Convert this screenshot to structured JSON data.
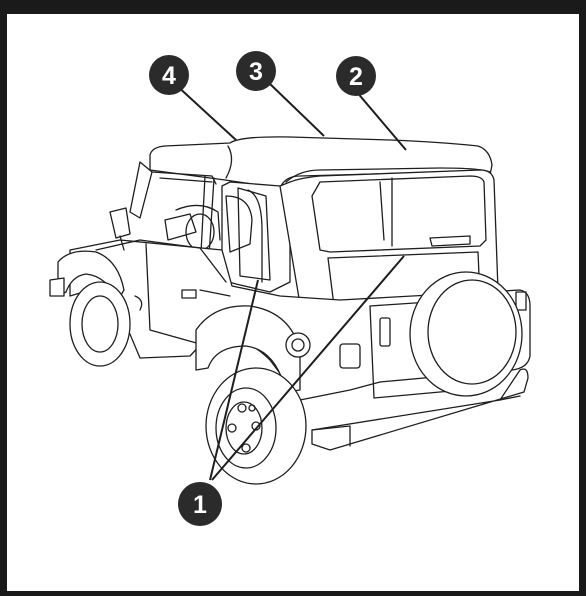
{
  "diagram": {
    "subject": "jeep-soft-top-rear-three-quarter-view",
    "colors": {
      "frame": "#1a1a1a",
      "line": "#1e1e1e",
      "fill": "#ffffff",
      "callout": "#2b2b2b",
      "callout_text": "#ffffff"
    },
    "callouts": [
      {
        "id": "1",
        "label": "1"
      },
      {
        "id": "2",
        "label": "2"
      },
      {
        "id": "3",
        "label": "3"
      },
      {
        "id": "4",
        "label": "4"
      }
    ]
  }
}
